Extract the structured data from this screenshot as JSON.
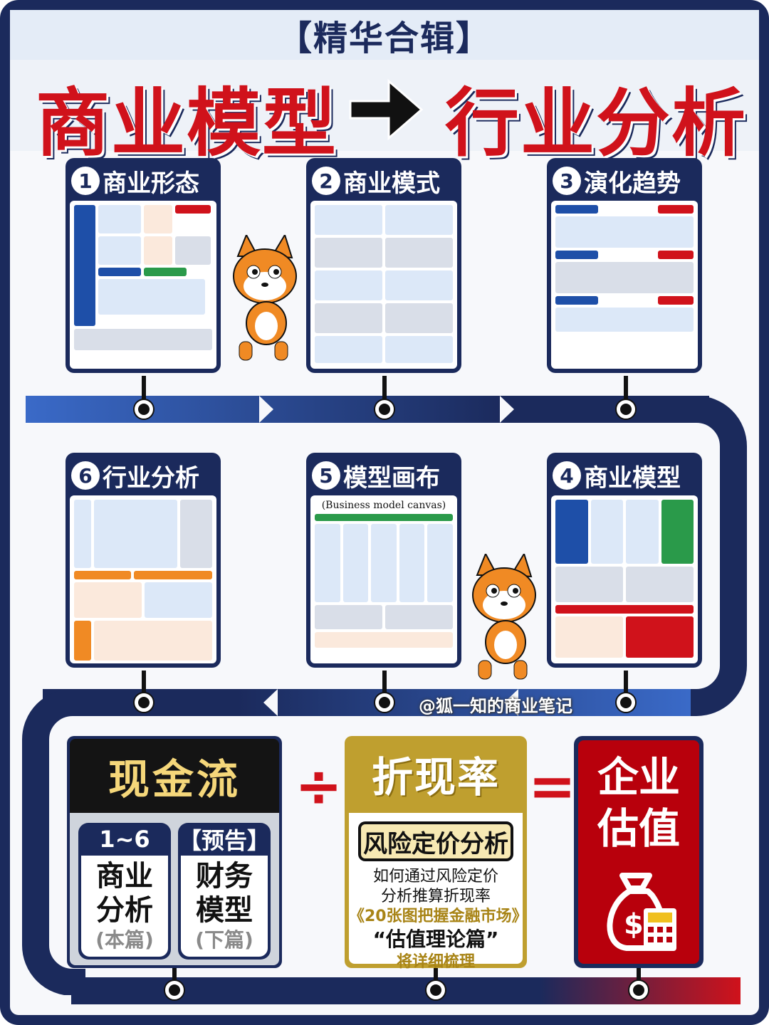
{
  "header": {
    "banner": "【精华合辑】",
    "title_left": "商业模型",
    "title_right": "行业分析"
  },
  "cards": [
    {
      "num": "1",
      "title": "商业形态"
    },
    {
      "num": "2",
      "title": "商业模式"
    },
    {
      "num": "3",
      "title": "演化趋势"
    },
    {
      "num": "4",
      "title": "商业模型"
    },
    {
      "num": "5",
      "title": "模型画布",
      "canvas_label": "(Business model canvas)"
    },
    {
      "num": "6",
      "title": "行业分析"
    }
  ],
  "watermark": "@狐一知的商业笔记",
  "bottom": {
    "cashflow": {
      "title": "现金流",
      "left": {
        "head": "1~6",
        "line1": "商业",
        "line2": "分析",
        "note": "(本篇)"
      },
      "right": {
        "head": "【预告】",
        "line1": "财务",
        "line2": "模型",
        "note": "(下篇)"
      }
    },
    "divide_op": "÷",
    "equals_op": "=",
    "rate": {
      "title": "折现率",
      "pill": "风险定价分析",
      "line1": "如何通过风险定价",
      "line2": "分析推算折现率",
      "line3": "《20张图把握金融市场》",
      "line4": "“估值理论篇”",
      "line5": "将详细梳理"
    },
    "valuation": {
      "line1": "企业",
      "line2": "估值"
    }
  },
  "colors": {
    "navy": "#1b2a5c",
    "red": "#d0121b",
    "gold": "#bf9f2f",
    "orange_fox": "#f08a24"
  }
}
